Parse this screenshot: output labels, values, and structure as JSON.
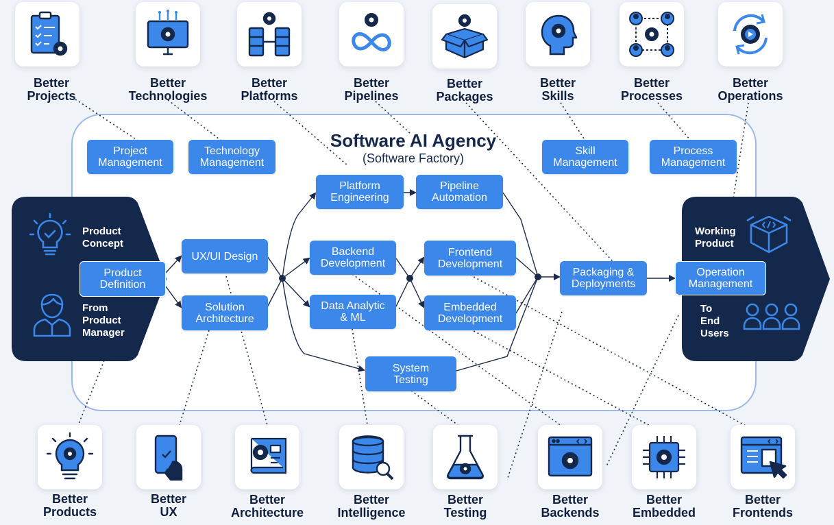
{
  "diagram": {
    "title": "Software AI Agency",
    "subtitle": "(Software Factory)"
  },
  "left_panel": {
    "concept": "Product\nConcept",
    "manager": "From\nProduct\nManager",
    "concept_icon": "lightbulb-check-icon",
    "manager_icon": "person-icon"
  },
  "right_panel": {
    "working": "Working\nProduct",
    "users": "To\nEnd\nUsers",
    "product_icon": "box-code-icon",
    "users_icon": "users-group-icon"
  },
  "boxes": {
    "product_definition": "Product\nDefinition",
    "project_management": "Project\nManagement",
    "technology_management": "Technology\nManagement",
    "skill_management": "Skill\nManagement",
    "process_management": "Process\nManagement",
    "platform_engineering": "Platform\nEngineering",
    "pipeline_automation": "Pipeline\nAutomation",
    "ux_ui_design": "UX/UI Design",
    "solution_architecture": "Solution\nArchitecture",
    "backend_development": "Backend\nDevelopment",
    "frontend_development": "Frontend\nDevelopment",
    "data_analytic_ml": "Data Analytic\n& ML",
    "embedded_development": "Embedded\nDevelopment",
    "packaging_deployments": "Packaging &\nDeployments",
    "operation_management": "Operation\nManagement",
    "system_testing": "System\nTesting"
  },
  "top_items": [
    {
      "label": "Better\nProjects",
      "icon": "clipboard-gear-icon"
    },
    {
      "label": "Better\nTechnologies",
      "icon": "monitor-gear-icon"
    },
    {
      "label": "Better\nPlatforms",
      "icon": "servers-gear-icon"
    },
    {
      "label": "Better\nPipelines",
      "icon": "infinity-gear-icon"
    },
    {
      "label": "Better\nPackages",
      "icon": "open-box-gear-icon"
    },
    {
      "label": "Better\nSkills",
      "icon": "head-gear-icon"
    },
    {
      "label": "Better\nProcesses",
      "icon": "process-network-icon"
    },
    {
      "label": "Better\nOperations",
      "icon": "cycle-play-icon"
    }
  ],
  "bottom_items": [
    {
      "label": "Better\nProducts",
      "icon": "bulb-gear-icon"
    },
    {
      "label": "Better\nUX",
      "icon": "phone-hand-icon"
    },
    {
      "label": "Better\nArchitecture",
      "icon": "blueprint-gear-icon"
    },
    {
      "label": "Better\nIntelligence",
      "icon": "database-search-icon"
    },
    {
      "label": "Better\nTesting",
      "icon": "flask-gear-icon"
    },
    {
      "label": "Better\nBackends",
      "icon": "browser-gear-icon"
    },
    {
      "label": "Better\nEmbedded",
      "icon": "chip-gear-icon"
    },
    {
      "label": "Better\nFrontends",
      "icon": "window-cursor-icon"
    }
  ],
  "colors": {
    "primary_blue": "#3b87ea",
    "navy": "#14284b",
    "line_dark": "#1b2a4a",
    "border_light": "#9db9e6",
    "background": "#f0f3f8"
  }
}
